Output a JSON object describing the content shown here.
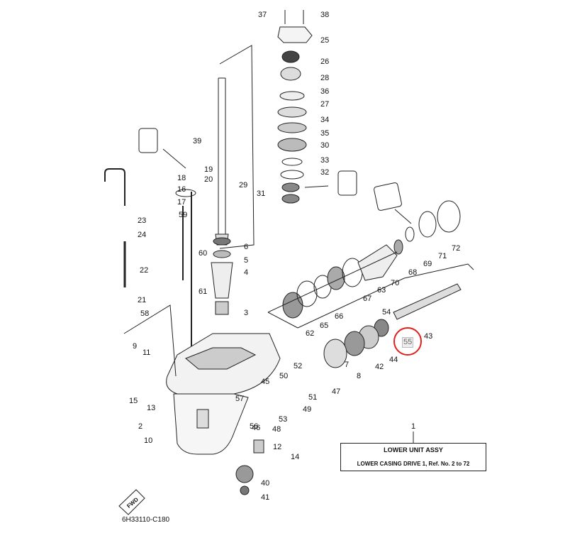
{
  "drawing_code": "6H33110-C180",
  "legend": {
    "group_number": "1",
    "title": "LOWER UNIT ASSY",
    "subtitle": "LOWER CASING DRIVE 1,  Ref. No. 2 to 72"
  },
  "highlight": {
    "label": "55",
    "color": "#e0201c"
  },
  "fwd_label": "FWD",
  "callouts": [
    "37",
    "38",
    "25",
    "26",
    "28",
    "36",
    "27",
    "34",
    "35",
    "30",
    "33",
    "32",
    "31",
    "39",
    "29",
    "19",
    "18",
    "20",
    "16",
    "17",
    "59",
    "23",
    "24",
    "22",
    "21",
    "58",
    "60",
    "6",
    "5",
    "4",
    "61",
    "3",
    "72",
    "71",
    "69",
    "68",
    "70",
    "63",
    "67",
    "66",
    "65",
    "62",
    "54",
    "43",
    "44",
    "42",
    "9",
    "11",
    "15",
    "13",
    "52",
    "50",
    "45",
    "57",
    "46",
    "53",
    "49",
    "51",
    "48",
    "47",
    "8",
    "7",
    "2",
    "56",
    "10",
    "12",
    "14",
    "40",
    "41"
  ]
}
